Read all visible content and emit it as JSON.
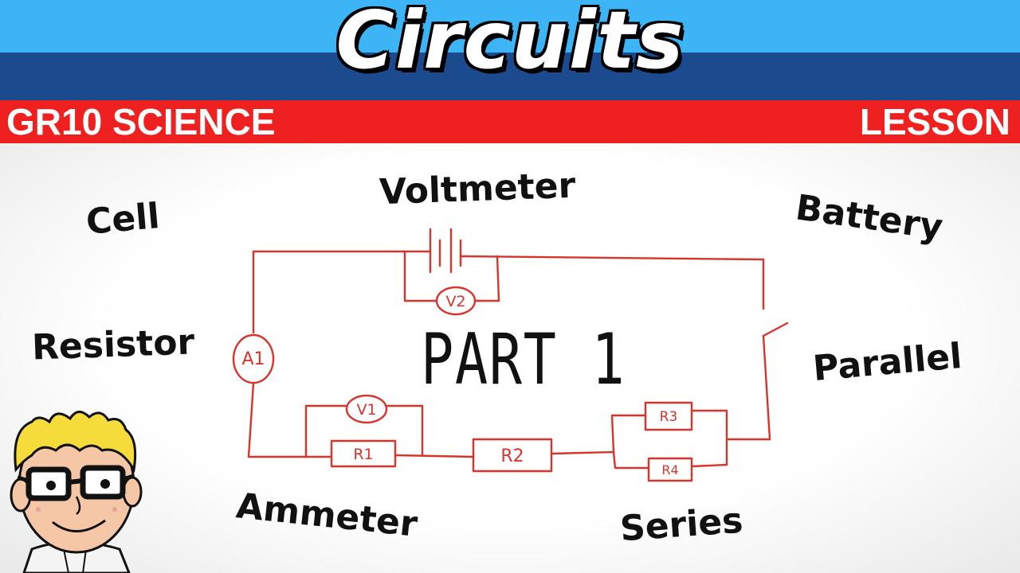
{
  "header": {
    "title": "Circuits",
    "left_tag": "GR10 SCIENCE",
    "right_tag": "LESSON"
  },
  "terms": {
    "voltmeter": "Voltmeter",
    "cell": "Cell",
    "battery": "Battery",
    "resistor": "Resistor",
    "parallel": "Parallel",
    "ammeter": "Ammeter",
    "series": "Series"
  },
  "part_label": "PART 1",
  "circuit_labels": {
    "v2": "V2",
    "a1": "A1",
    "v1": "V1",
    "r1": "R1",
    "r2": "R2",
    "r3": "R3",
    "r4": "R4"
  },
  "colors": {
    "sky": "#3db4f5",
    "navy": "#1c4a8e",
    "red": "#ef2020",
    "wire": "#d8342c"
  }
}
